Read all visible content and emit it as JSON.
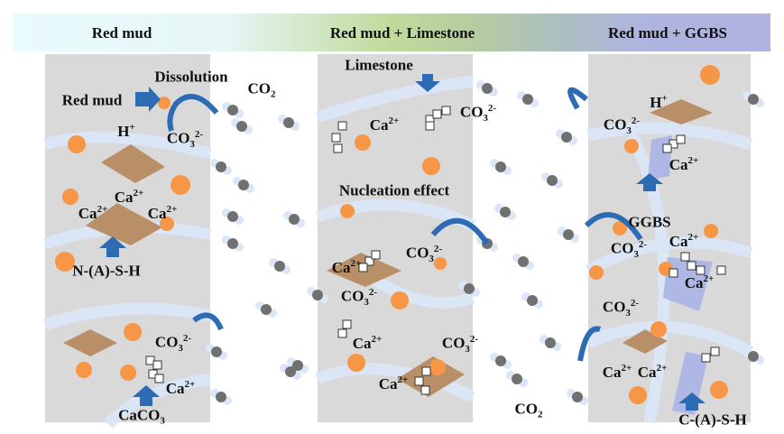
{
  "header": {
    "left": "Red mud",
    "middle": "Red mud + Limestone",
    "right": "Red mud + GGBS"
  },
  "labels": [
    {
      "base": "Dissolution"
    },
    {
      "base": "CO",
      "sub": "2"
    },
    {
      "base": "Red mud"
    },
    {
      "base": "H",
      "sup": "+"
    },
    {
      "base": "CO",
      "sub": "3",
      "sup": "2-"
    },
    {
      "base": "Ca",
      "sup": "2+"
    },
    {
      "base": "Ca",
      "sup": "2+"
    },
    {
      "base": "Ca",
      "sup": "2+"
    },
    {
      "base": "N-(A)-S-H"
    },
    {
      "base": "CO",
      "sub": "3",
      "sup": "2-"
    },
    {
      "base": "Ca",
      "sup": "2+"
    },
    {
      "base": "CaCO",
      "sub": "3"
    },
    {
      "base": "Limestone"
    },
    {
      "base": "Ca",
      "sup": "2+"
    },
    {
      "base": "CO",
      "sub": "3",
      "sup": "2-"
    },
    {
      "base": "Nucleation effect"
    },
    {
      "base": "CO",
      "sub": "3",
      "sup": "2-"
    },
    {
      "base": "Ca",
      "sup": "2+"
    },
    {
      "base": "CO",
      "sub": "3",
      "sup": "2-"
    },
    {
      "base": "Ca",
      "sup": "2+"
    },
    {
      "base": "CO",
      "sub": "3",
      "sup": "2-"
    },
    {
      "base": "Ca",
      "sup": "2+"
    },
    {
      "base": "CO",
      "sub": "2"
    },
    {
      "base": "H",
      "sup": "+"
    },
    {
      "base": "CO",
      "sub": "3",
      "sup": "2-"
    },
    {
      "base": "Ca",
      "sup": "2+"
    },
    {
      "base": "GGBS"
    },
    {
      "base": "CO",
      "sub": "3",
      "sup": "2-"
    },
    {
      "base": "Ca",
      "sup": "2+"
    },
    {
      "base": "Ca",
      "sup": "2+"
    },
    {
      "base": "CO",
      "sub": "3",
      "sup": "2-"
    },
    {
      "base": "Ca",
      "sup": "2+"
    },
    {
      "base": "Ca",
      "sup": "2+"
    },
    {
      "base": "C-(A)-S-H"
    }
  ],
  "colors": {
    "particle": "#f79646",
    "arrow": "#2e6bb5",
    "gel": "#b98f68",
    "co2_c": "#707070",
    "co2_o": "#dbe6f7",
    "panel": "#d9d9d9"
  }
}
